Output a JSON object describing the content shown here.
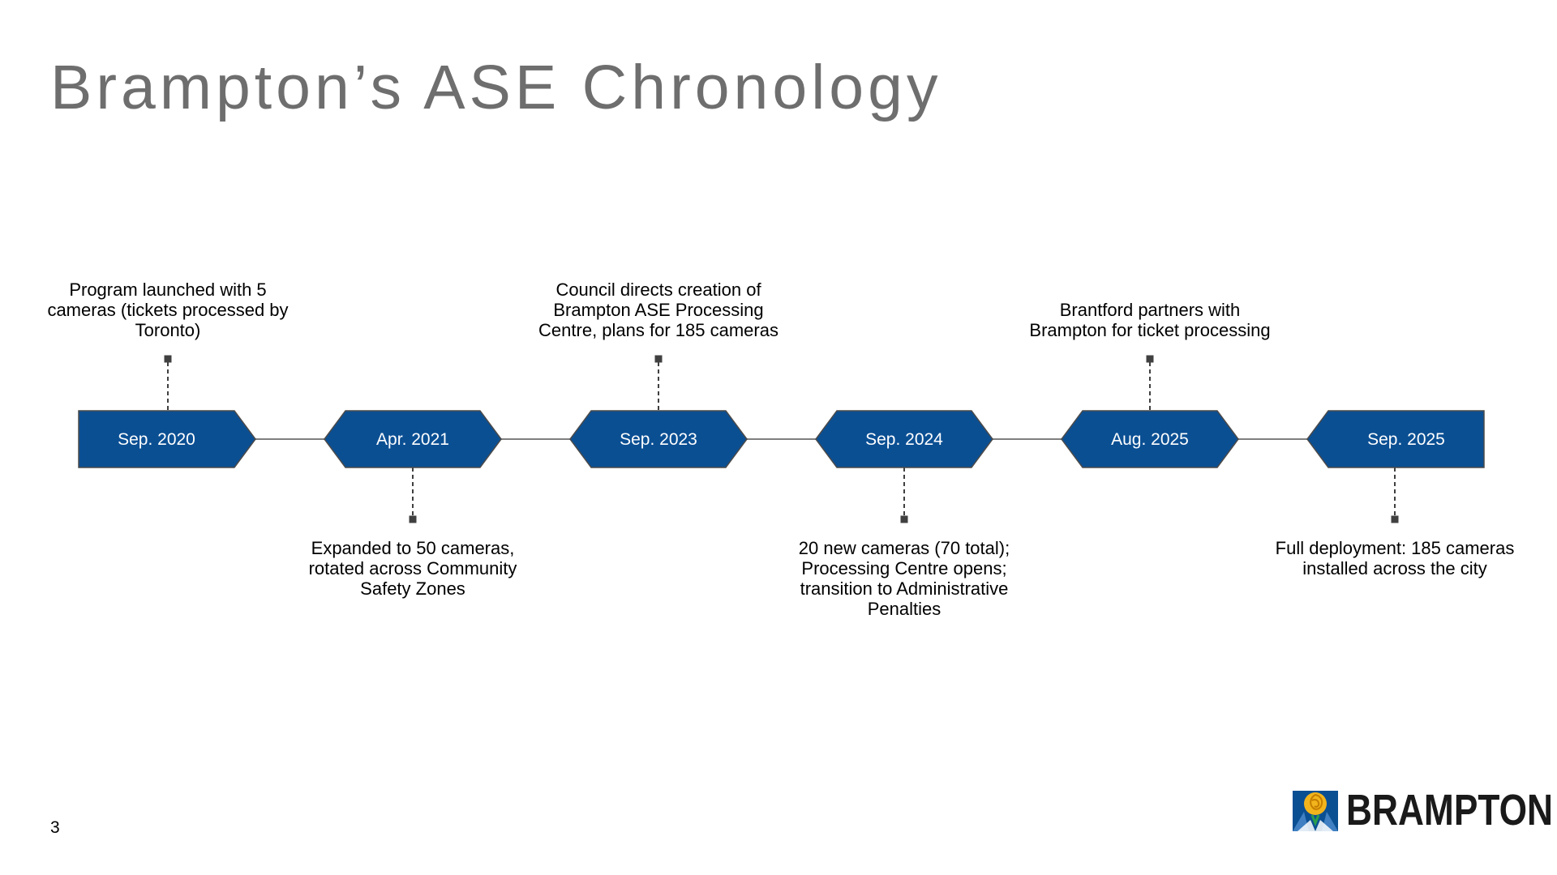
{
  "slide": {
    "title": "Brampton’s ASE Chronology",
    "page_number": "3",
    "logo_text": "BRAMPTON"
  },
  "colors": {
    "milestone_fill": "#0b4f93",
    "milestone_stroke": "#4a4a4a",
    "connector": "#7f7f7f",
    "title": "#6e6e6e",
    "marker": "#404040"
  },
  "icons": {
    "logo": "brampton-flower-logo-icon",
    "marker": "square-marker-icon"
  },
  "timeline": {
    "milestones": [
      {
        "date": "Sep. 2020",
        "position": "above",
        "description": "Program launched with 5 cameras (tickets processed by Toronto)"
      },
      {
        "date": "Apr. 2021",
        "position": "below",
        "description": "Expanded to 50 cameras, rotated across Community Safety Zones"
      },
      {
        "date": "Sep. 2023",
        "position": "above",
        "description": "Council directs creation of Brampton ASE Processing Centre, plans for 185 cameras"
      },
      {
        "date": "Sep. 2024",
        "position": "below",
        "description": "20 new cameras (70 total); Processing Centre opens; transition to Administrative Penalties"
      },
      {
        "date": "Aug. 2025",
        "position": "above",
        "description": "Brantford partners with Brampton for ticket processing"
      },
      {
        "date": "Sep. 2025",
        "position": "below",
        "description": "Full deployment: 185 cameras installed across the city"
      }
    ]
  }
}
